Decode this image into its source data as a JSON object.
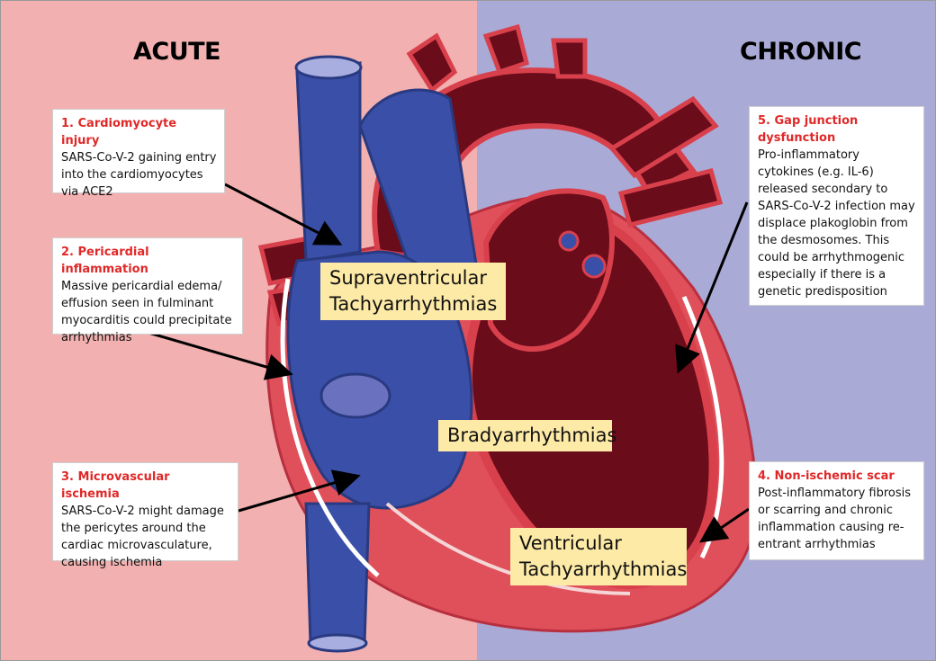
{
  "panels": {
    "acute": {
      "label": "ACUTE",
      "color": "#f2b0b0"
    },
    "chronic": {
      "label": "CHRONIC",
      "color": "#aaaad6"
    }
  },
  "boxes": {
    "box1": {
      "heading": "1. Cardiomyocyte injury",
      "body": "SARS-Co-V-2 gaining entry into the cardiomyocytes via ACE2"
    },
    "box2": {
      "heading": "2. Pericardial inflammation",
      "body": "Massive pericardial edema/ effusion seen in fulminant myocarditis could precipitate arrhythmias"
    },
    "box3": {
      "heading": "3. Microvascular ischemia",
      "body": "SARS-Co-V-2 might damage the pericytes around the cardiac microvasculature, causing ischemia"
    },
    "box4": {
      "heading": "4. Non-ischemic scar",
      "body": "Post-inflammatory fibrosis or scarring and chronic inflammation causing re-entrant arrhythmias"
    },
    "box5": {
      "heading": "5. Gap junction dysfunction",
      "body": "Pro-inflammatory cytokines (e.g. IL-6) released secondary to SARS-Co-V-2 infection may displace plakoglobin from the desmosomes. This could be arrhythmogenic especially if there is a genetic predisposition"
    }
  },
  "labels": {
    "svt": "Supraventricular Tachyarrhythmias",
    "brady": "Bradyarrhythmias",
    "vt": "Ventricular Tachyarrhythmias"
  },
  "colors": {
    "heading_red": "#e02828",
    "heart_red": "#e0505a",
    "heart_dark": "#6a0c1a",
    "vessel_blue": "#3a4fa8",
    "label_fill": "#fdeaa6"
  }
}
